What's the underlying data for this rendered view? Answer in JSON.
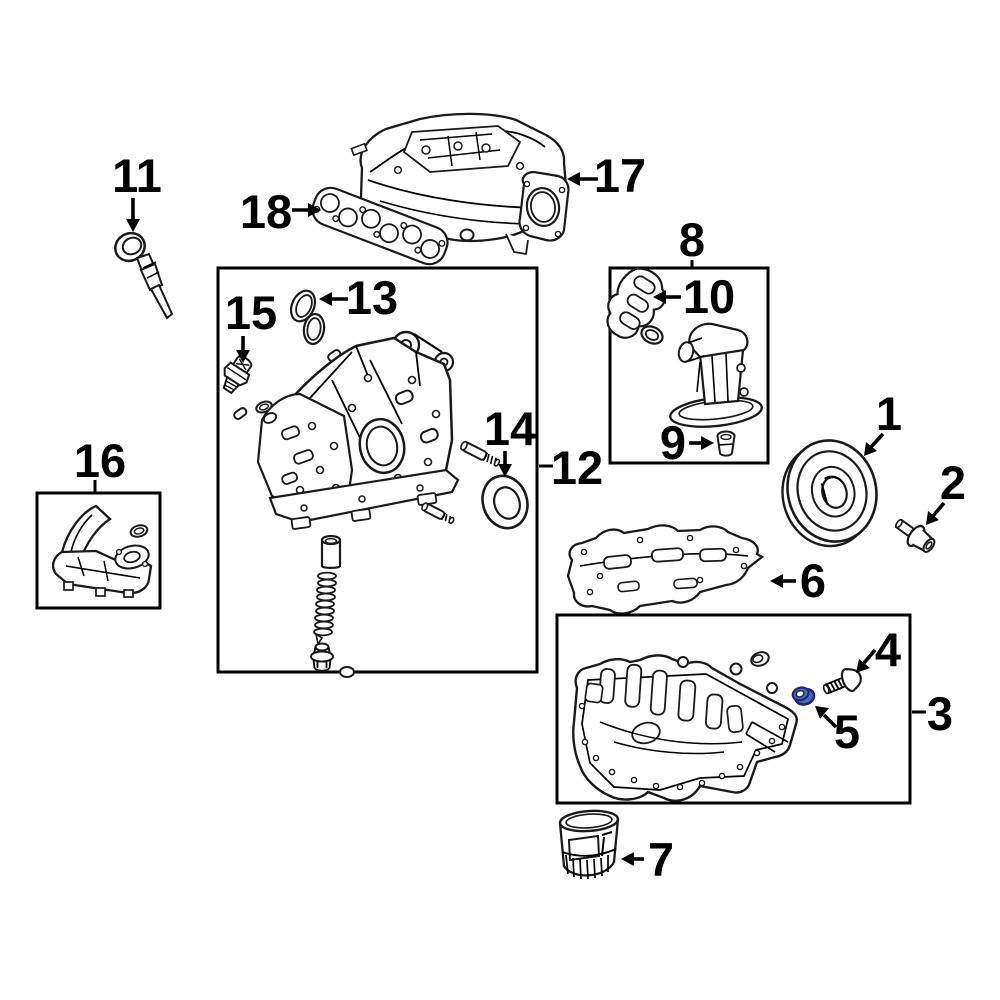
{
  "diagram": {
    "type": "exploded-engine-parts-diagram",
    "background": "#ffffff",
    "line_color": "#1a1a1a",
    "highlighted_callout": "5",
    "highlight_colors": {
      "fill": "#4a6bc4",
      "outline": "#1b2a6e",
      "center": "#ffffff"
    },
    "callouts": {
      "n1": "1",
      "n2": "2",
      "n3": "3",
      "n4": "4",
      "n5": "5",
      "n6": "6",
      "n7": "7",
      "n8": "8",
      "n9": "9",
      "n10": "10",
      "n11": "11",
      "n12": "12",
      "n13": "13",
      "n14": "14",
      "n15": "15",
      "n16": "16",
      "n17": "17",
      "n18": "18"
    }
  }
}
